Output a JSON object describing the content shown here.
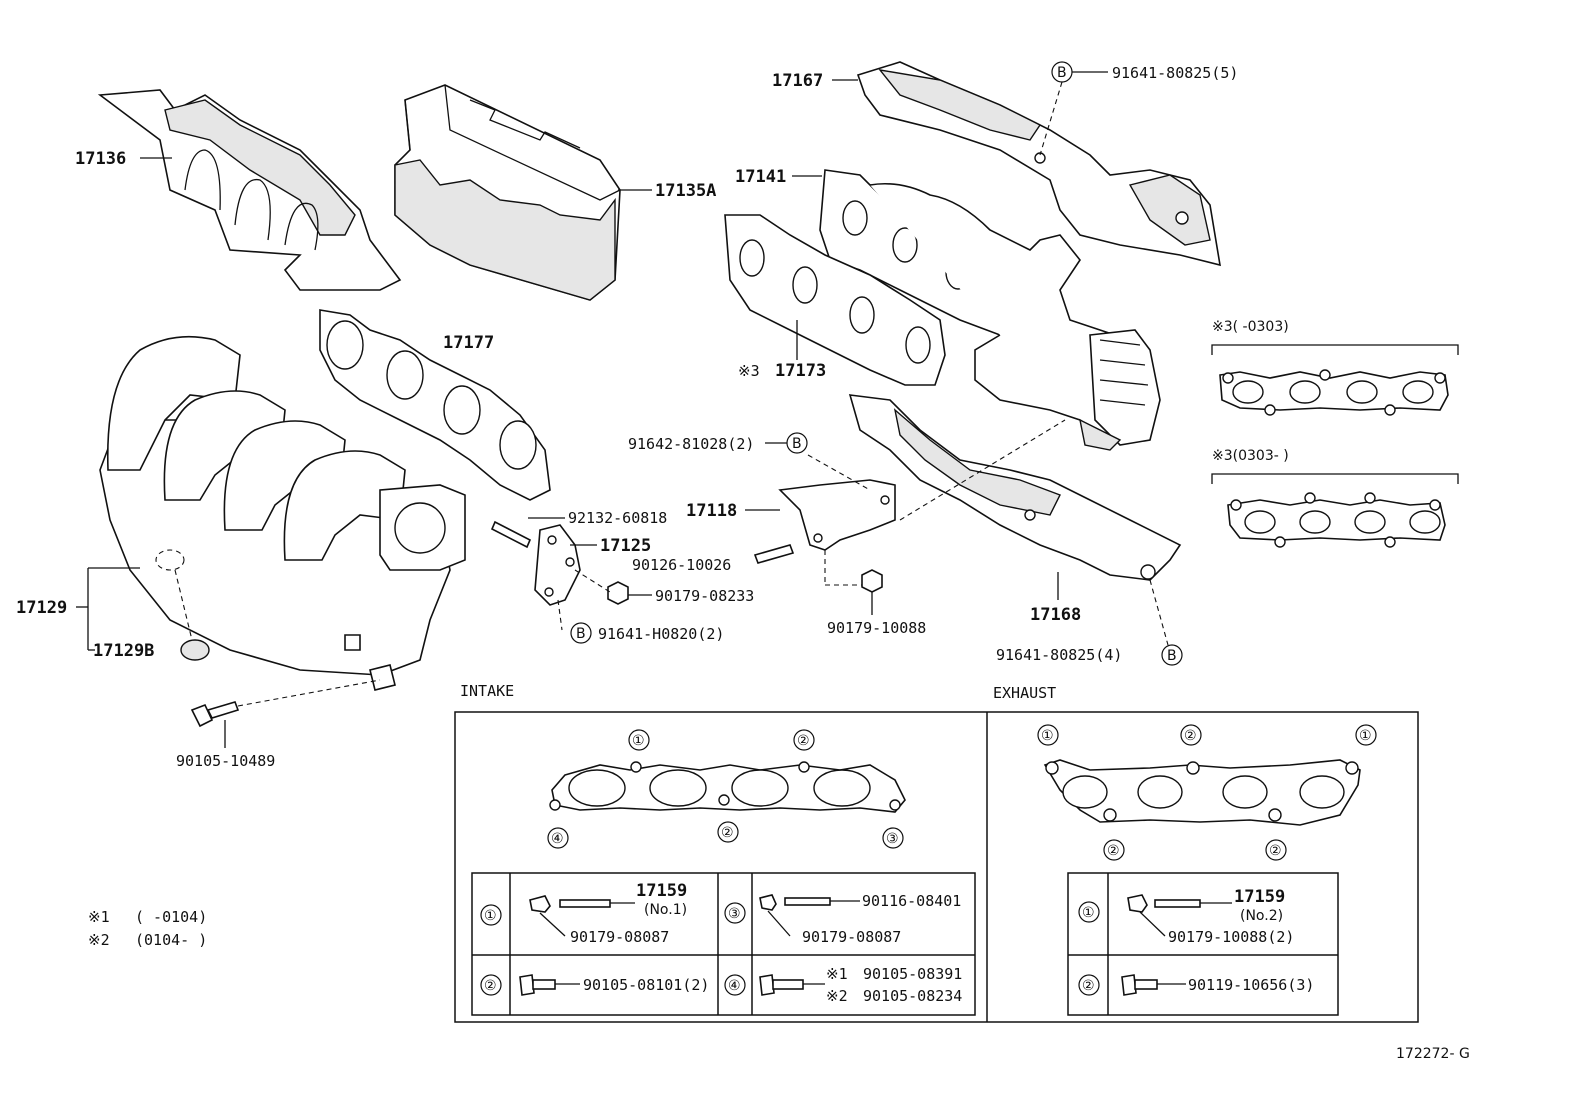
{
  "parts": {
    "p17136": "17136",
    "p17135a": "17135A",
    "p17167": "17167",
    "p91641_80825_5": "91641-80825(5)",
    "p17141": "17141",
    "p17177": "17177",
    "note3_17173": "※3",
    "p17173": "17173",
    "p91642_81028": "91642-81028(2)",
    "p92132_60818": "92132-60818",
    "p17118": "17118",
    "p17125": "17125",
    "p90126_10026": "90126-10026",
    "p90179_08233": "90179-08233",
    "p91641_h0820": "91641-H0820(2)",
    "p90179_10088": "90179-10088",
    "p17168": "17168",
    "p91641_80825_4": "91641-80825(4)",
    "p17129": "17129",
    "p17129b": "17129B",
    "p90105_10489": "90105-10489",
    "b_marker": "B"
  },
  "variants": {
    "early_label": "※3(      -0303)",
    "late_label": "※3(0303-      )"
  },
  "sections": {
    "intake": "INTAKE",
    "exhaust": "EXHAUST"
  },
  "intake_table": {
    "r1_num": "①",
    "r1_part": "17159",
    "r1_sub": "(No.1)",
    "r1_nut": "90179-08087",
    "r3_num": "③",
    "r3_part": "90116-08401",
    "r3_nut": "90179-08087",
    "r2_num": "②",
    "r2_part": "90105-08101(2)",
    "r4_num": "④",
    "r4_note1": "※1",
    "r4_part1": "90105-08391",
    "r4_note2": "※2",
    "r4_part2": "90105-08234"
  },
  "exhaust_table": {
    "r1_num": "①",
    "r1_part": "17159",
    "r1_sub": "(No.2)",
    "r1_nut": "90179-10088(2)",
    "r2_num": "②",
    "r2_part": "90119-10656(3)"
  },
  "gasket_positions": {
    "one": "①",
    "two": "②",
    "three": "③",
    "four": "④"
  },
  "notes": {
    "n1_mark": "※1",
    "n1_range": "(     -0104)",
    "n2_mark": "※2",
    "n2_range": "(0104-     )"
  },
  "figure_id": "172272- G"
}
